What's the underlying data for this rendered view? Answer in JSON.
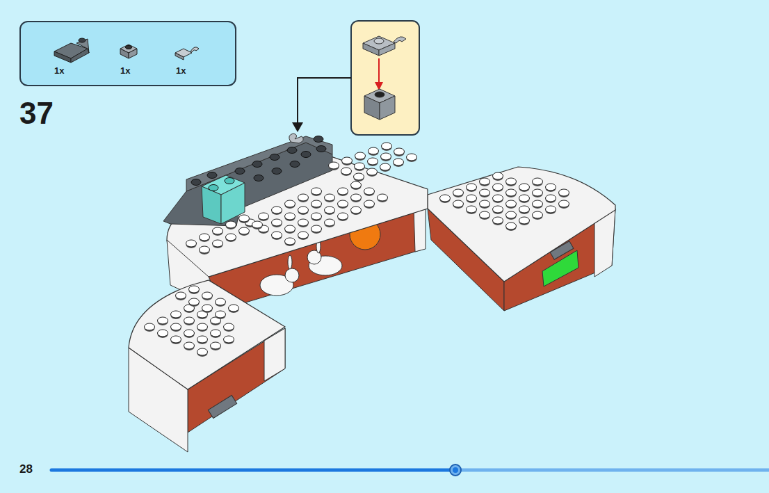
{
  "diagram": {
    "nodes": [
      {
        "text": [
          "1x",
          "1x",
          "1x"
        ]
      }
    ],
    "labels": [
      "37",
      "28"
    ]
  }
}
